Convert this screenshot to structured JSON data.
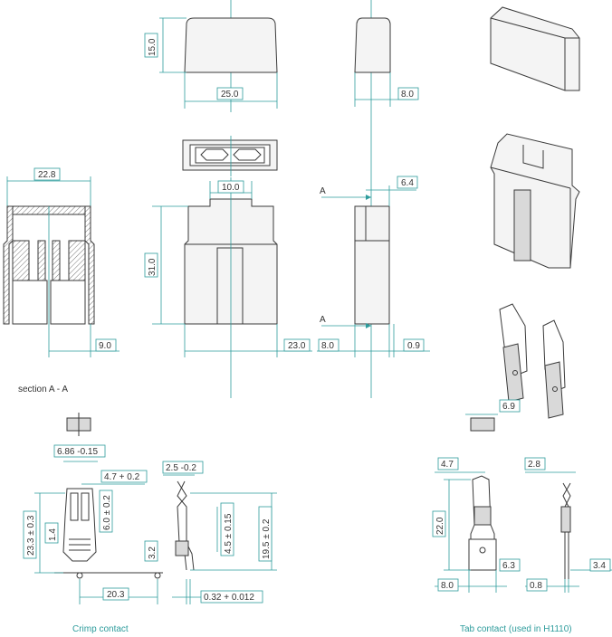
{
  "dimensions": {
    "cap_height": "15.0",
    "cap_width": "25.0",
    "cap_depth": "8.0",
    "section_width": "22.8",
    "tab_slot": "10.0",
    "body_height": "31.0",
    "section_bottom": "9.0",
    "body_half_width": "23.0",
    "side_depth": "8.0",
    "side_wall": "0.9",
    "side_top": "6.4",
    "tab_small": "6.9",
    "crimp_width": "6.86 -0.15",
    "crimp_offset": "4.7 + 0.2",
    "crimp_thickness": "2.5 -0.2",
    "crimp_height": "23.3 ± 0.3",
    "crimp_barrel": "6.0 ± 0.2",
    "crimp_small": "1.4",
    "crimp_side_inner": "4.5 ± 0.15",
    "crimp_side_height": "19.5 ± 0.2",
    "crimp_side_small": "3.2",
    "crimp_length": "20.3",
    "crimp_sheet": "0.32 + 0.012",
    "tab_width": "4.7",
    "tab_side": "2.8",
    "tab_height": "22.0",
    "tab_blade": "6.3",
    "tab_base": "8.0",
    "tab_thick": "0.8",
    "tab_side_len": "3.4"
  },
  "labels": {
    "section_mark_top": "A",
    "section_mark_bottom": "A",
    "section_caption": "section A - A",
    "crimp_caption": "Crimp contact",
    "tab_caption": "Tab contact (used in H1110)"
  }
}
